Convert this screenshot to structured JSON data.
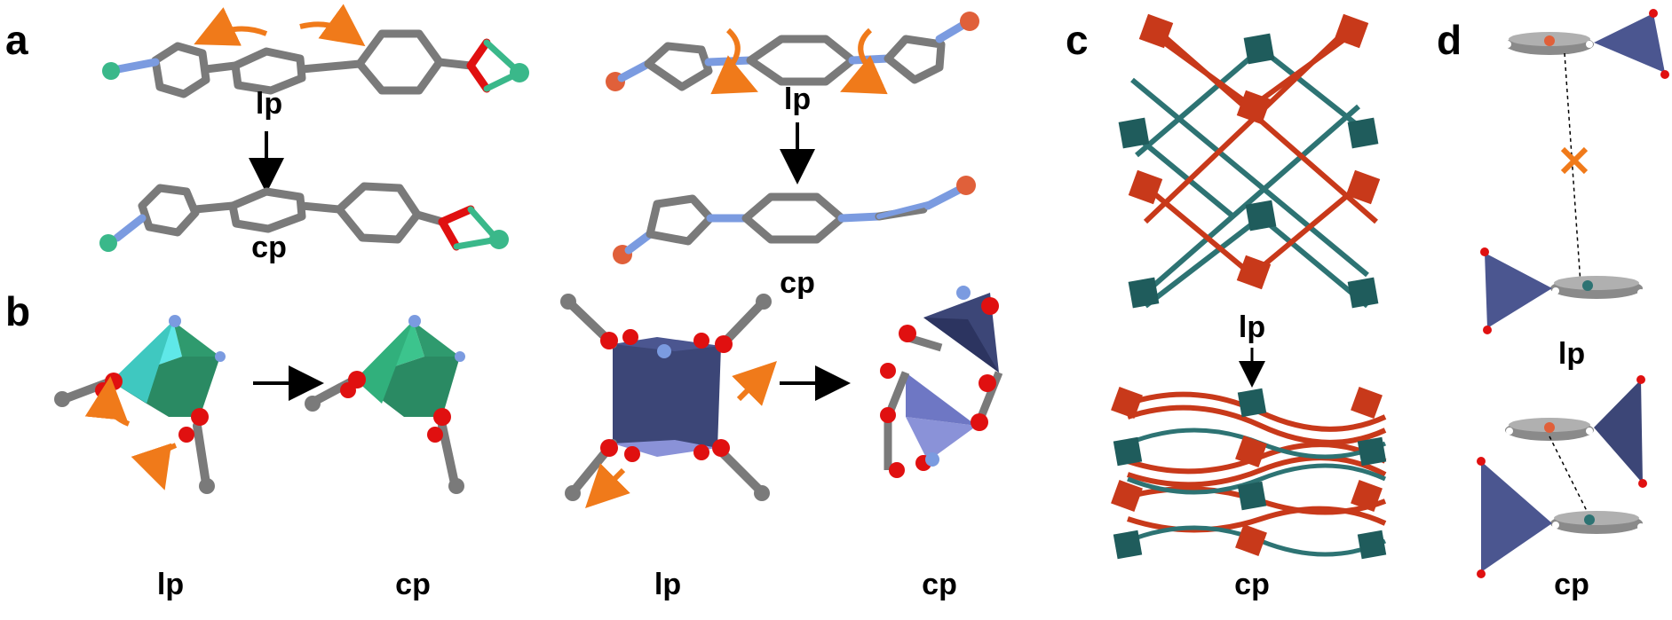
{
  "panels": {
    "a": {
      "letter": "a",
      "left": {
        "top_label": "lp",
        "bottom_label": "cp"
      },
      "right": {
        "top_label": "lp",
        "bottom_label": "cp"
      }
    },
    "b": {
      "letter": "b",
      "labels": [
        "lp",
        "cp",
        "lp",
        "cp"
      ]
    },
    "c": {
      "letter": "c",
      "top_label": "lp",
      "bottom_label": "cp"
    },
    "d": {
      "letter": "d",
      "top_label": "lp",
      "bottom_label": "cp"
    }
  },
  "colors": {
    "carbon": "#7a7a7a",
    "nitrogen": "#7b9be0",
    "oxygen": "#e01010",
    "zinc": "#3ab88a",
    "copper": "#e0603a",
    "arrow": "#f07a1a",
    "cyan_poly": "#5fe8e8",
    "green_poly": "#2f9a6e",
    "navy_poly": "#3c4677",
    "lavender_poly": "#8a92d8",
    "teal_cluster": "#1f5c5c",
    "red_cluster": "#c8391a"
  }
}
